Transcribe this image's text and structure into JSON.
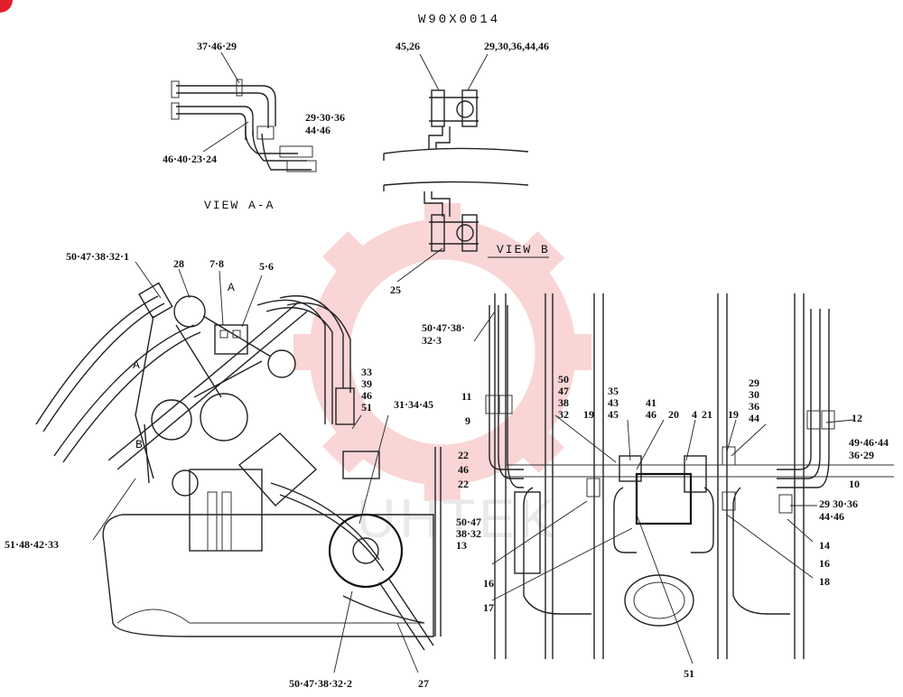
{
  "drawing": {
    "code": "W90X0014",
    "view_aa": "VIEW A-A",
    "view_b": "VIEW B",
    "watermark": "UHTEK",
    "section_marks": [
      "A",
      "A",
      "B"
    ]
  },
  "labels": {
    "l_37_46_29": "37·46·29",
    "l_29_30_36": "29·30·36",
    "l_44_46_a": "44·46",
    "l_46_40_23_24": "46·40·23·24",
    "l_45_26": "45,26",
    "l_29_30_36_44_46": "29,30,36,44,46",
    "l_25": "25",
    "l_50_47_38_32_1": "50·47·38·32·1",
    "l_28": "28",
    "l_7_8": "7·8",
    "l_5_6": "5·6",
    "l_50_47_38": "50·47·38·",
    "l_32_3": "32·3",
    "l_33": "33",
    "l_39": "39",
    "l_46a": "46",
    "l_51a": "51",
    "l_31_34_45": "31·34·45",
    "l_11": "11",
    "l_9": "9",
    "l_22a": "22",
    "l_46b": "46",
    "l_22b": "22",
    "l_50a": "50",
    "l_47a": "47",
    "l_38a": "38",
    "l_32a": "32",
    "l_19a": "19",
    "l_35": "35",
    "l_43": "43",
    "l_45a": "45",
    "l_41": "41",
    "l_46c": "46",
    "l_20": "20",
    "l_4": "4",
    "l_21": "21",
    "l_19b": "19",
    "l_29a": "29",
    "l_30a": "30",
    "l_36a": "36",
    "l_44a": "44",
    "l_12": "12",
    "l_49_46_44": "49·46·44",
    "l_36_29": "36·29",
    "l_10": "10",
    "l_29_30_36b": "29  30·36",
    "l_44_46b": "44·46",
    "l_14": "14",
    "l_16a": "16",
    "l_18": "18",
    "l_51_48_42_33": "51·48·42·33",
    "l_50_47b": "50·47",
    "l_38_32b": "38·32",
    "l_13": "13",
    "l_16b": "16",
    "l_17": "17",
    "l_51b": "51",
    "l_50_47_38_32_2": "50·47·38·32·2",
    "l_27": "27"
  }
}
